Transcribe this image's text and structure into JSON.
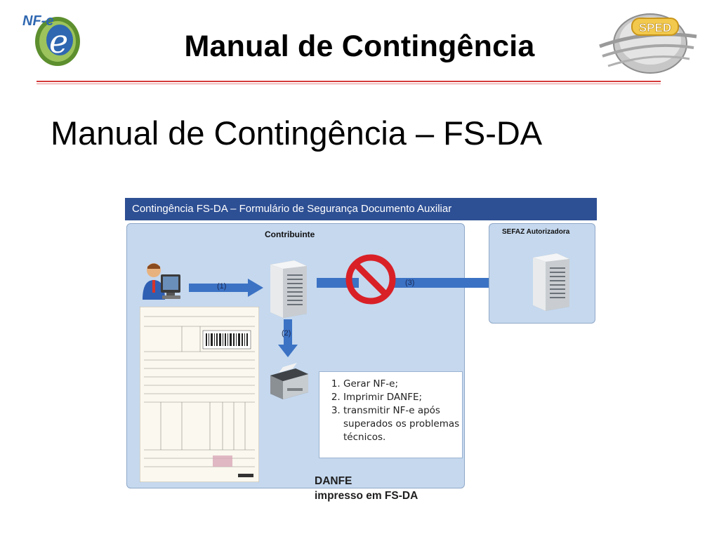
{
  "header": {
    "title": "Manual de Contingência",
    "logo_nfe_text": "NF-e",
    "logo_sped_text": "SPED"
  },
  "slide": {
    "title": "Manual de Contingência – FS-DA"
  },
  "diagram": {
    "banner": "Contingência FS-DA – Formulário de Segurança Documento Auxiliar",
    "contribuinte_label": "Contribuinte",
    "sefaz_label": "SEFAZ Autorizadora",
    "arrows": [
      "(1)",
      "(2)",
      "(3)"
    ],
    "steps": [
      "Gerar NF-e;",
      "Imprimir DANFE;",
      "transmitir NF-e após superados os problemas técnicos."
    ],
    "caption_line1": "DANFE",
    "caption_line2": "impresso em FS-DA"
  },
  "colors": {
    "banner": "#2d4f94",
    "box_fill": "#c5d8ee",
    "arrow": "#3b72c4",
    "prohibited": "#d92027",
    "rule": "#d43a3a"
  }
}
